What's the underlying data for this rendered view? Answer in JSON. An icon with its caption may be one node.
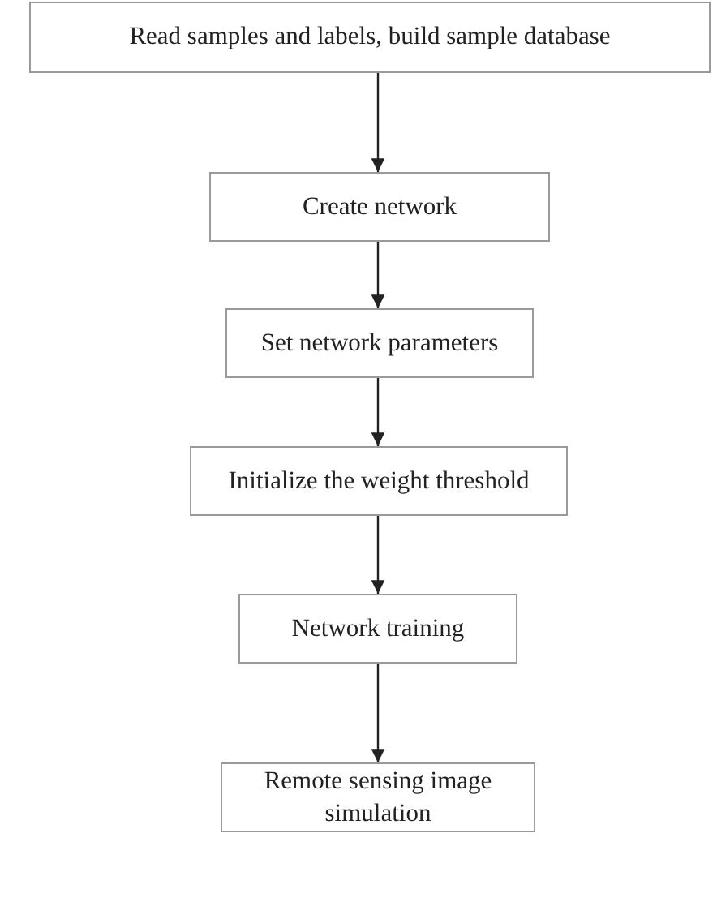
{
  "diagram": {
    "nodes": [
      {
        "text": [
          "Read samples and labels, build sample database"
        ]
      },
      {
        "text": [
          "Create network"
        ]
      },
      {
        "text": [
          "Set network parameters"
        ]
      },
      {
        "text": [
          "Initialize the weight threshold"
        ]
      },
      {
        "text": [
          "Network training"
        ]
      },
      {
        "text": [
          "Remote sensing image simulation"
        ]
      }
    ],
    "edges": [
      {
        "from": 0,
        "to": 1,
        "arrow": "to"
      },
      {
        "from": 1,
        "to": 2,
        "arrow": "to"
      },
      {
        "from": 2,
        "to": 3,
        "arrow": "to"
      },
      {
        "from": 3,
        "to": 4,
        "arrow": "to"
      },
      {
        "from": 4,
        "to": 5,
        "arrow": "to"
      }
    ]
  }
}
